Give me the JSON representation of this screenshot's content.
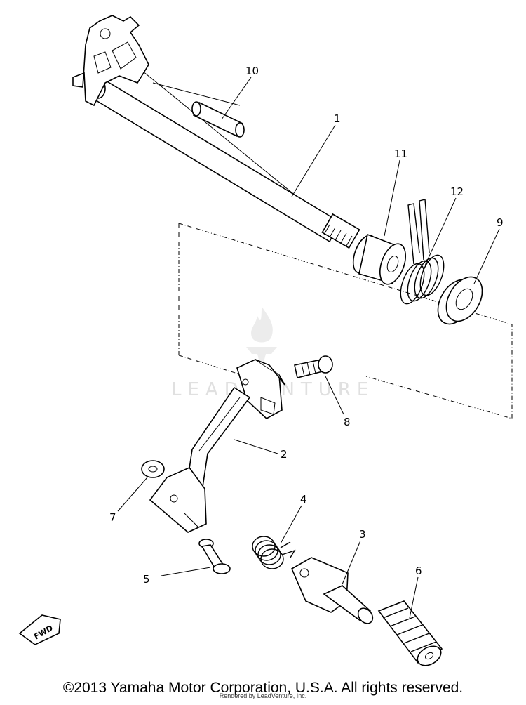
{
  "callouts": {
    "c1": "1",
    "c2": "2",
    "c3": "3",
    "c4": "4",
    "c5": "5",
    "c6": "6",
    "c7": "7",
    "c8": "8",
    "c9": "9",
    "c10": "10",
    "c11": "11",
    "c12": "12"
  },
  "fwd_label": "FWD",
  "watermark": {
    "text": "LEADVENTURE",
    "icon": "flame-logo-icon"
  },
  "footer": {
    "copyright": "©2013 Yamaha Motor Corporation, U.S.A. All rights reserved.",
    "rendered_by": "Rendered by LeadVenture, Inc."
  }
}
